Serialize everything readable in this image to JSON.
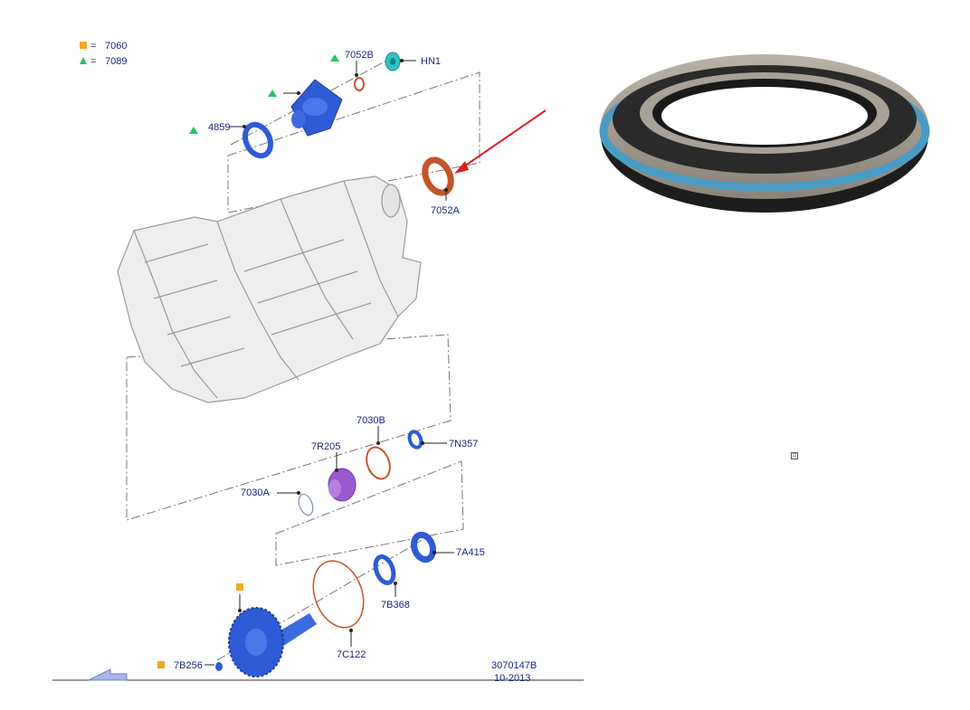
{
  "legend": [
    {
      "symbol": "square",
      "color": "#f5a623",
      "equals": "=",
      "value": "7060"
    },
    {
      "symbol": "triangle",
      "color": "#22c55e",
      "equals": "=",
      "value": "7089"
    }
  ],
  "parts": {
    "p7052B": "7052B",
    "pHN1": "HN1",
    "p4859": "4859",
    "p7052A": "7052A",
    "p7030B": "7030B",
    "p7R205": "7R205",
    "p7N357": "7N357",
    "p7030A": "7030A",
    "p7A415": "7A415",
    "p7B368": "7B368",
    "p7C122": "7C122",
    "p7B256": "7B256"
  },
  "footer": {
    "drawing_number": "3070147B",
    "date": "10-2013"
  },
  "colors": {
    "part_blue": "#2e5bd6",
    "part_orange": "#c0562b",
    "part_purple": "#9b59d0",
    "part_cyan": "#2cc3c9",
    "arrow_red": "#e02020",
    "label_text": "#1a237e"
  },
  "marker": {
    "icon": "small-square-icon"
  }
}
